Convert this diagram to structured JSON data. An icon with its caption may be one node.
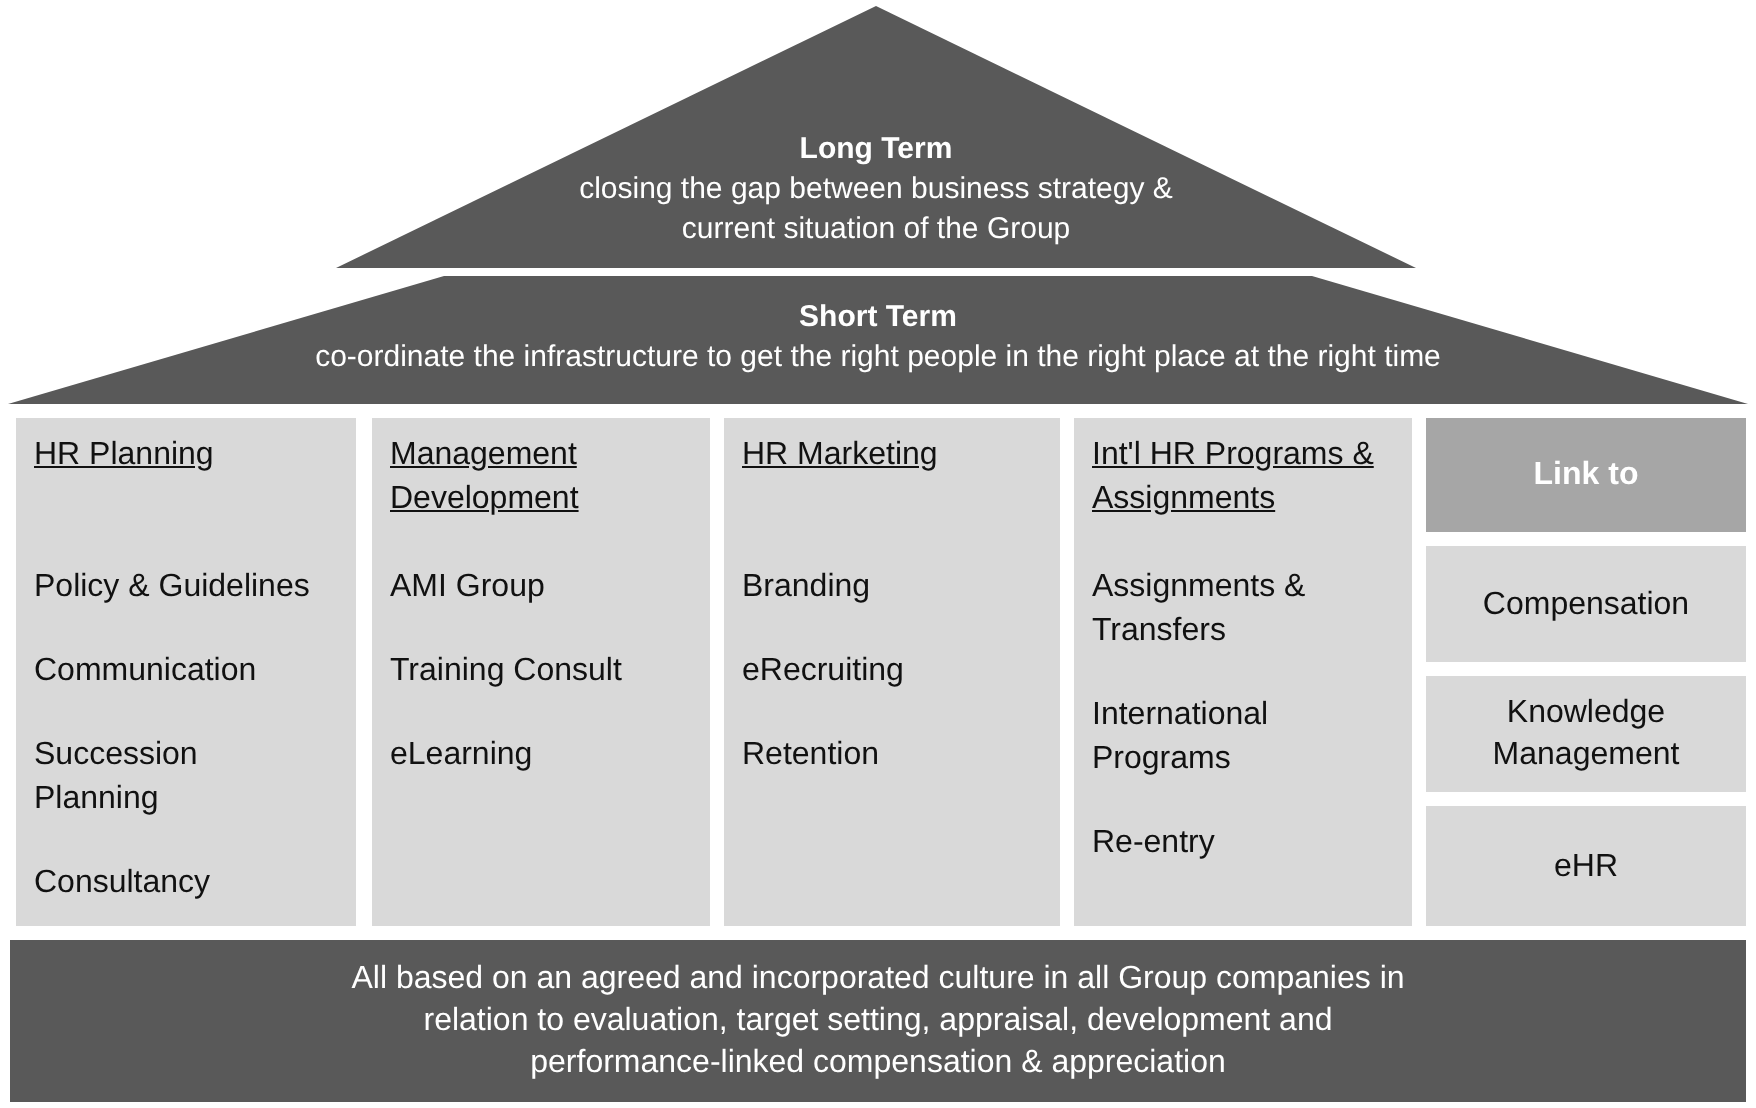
{
  "diagram": {
    "nodes": [
      {
        "text": [
          "Long Term",
          "closing the gap between business strategy & current situation of the Group"
        ]
      },
      {
        "text": [
          "Short Term",
          "co-ordinate the infrastructure to get the right people in the right place at the right time"
        ]
      },
      {
        "text": [
          "HR Planning",
          "Policy & Guidelines",
          "Communication",
          "Succession Planning",
          "Consultancy"
        ]
      },
      {
        "text": [
          "Management Development",
          "AMI Group",
          "Training Consult",
          "eLearning"
        ]
      },
      {
        "text": [
          "HR Marketing",
          "Branding",
          "eRecruiting",
          "Retention"
        ]
      },
      {
        "text": [
          "Int'l HR Programs & Assignments",
          "Assignments & Transfers",
          "International Programs",
          "Re-entry"
        ]
      },
      {
        "text": [
          "Link to"
        ]
      },
      {
        "text": [
          "Compensation"
        ]
      },
      {
        "text": [
          "Knowledge Management"
        ]
      },
      {
        "text": [
          "eHR"
        ]
      },
      {
        "text": [
          "All based on an agreed and incorporated culture in all Group companies in relation to evaluation, target setting, appraisal, development and performance-linked compensation & appreciation"
        ]
      }
    ]
  }
}
